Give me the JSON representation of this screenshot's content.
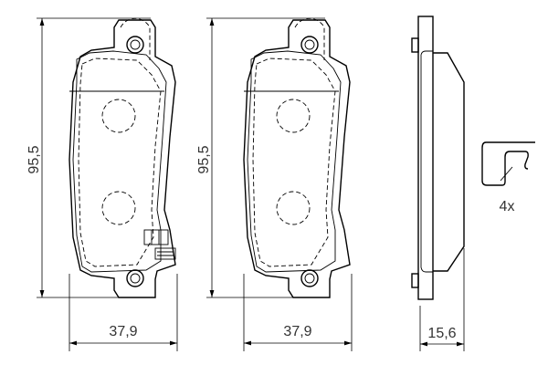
{
  "dimensions": {
    "pad1_height": "95,5",
    "pad1_width": "37,9",
    "pad2_height": "95,5",
    "pad2_width": "37,9",
    "side_thickness": "15,6"
  },
  "clip": {
    "quantity": "4x"
  },
  "colors": {
    "line": "#000000",
    "text": "#333333",
    "background": "#ffffff"
  }
}
